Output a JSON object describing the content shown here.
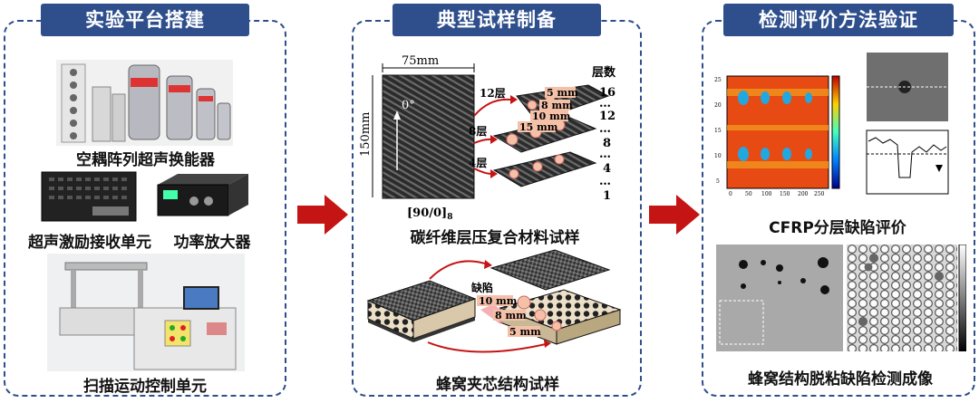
{
  "sections": {
    "platform": {
      "title": "实验平台搭建",
      "labels": {
        "transducer": "空耦阵列超声换能器",
        "pulser": "超声激励接收单元",
        "amplifier": "功率放大器",
        "scanner": "扫描运动控制单元"
      }
    },
    "specimen": {
      "title": "典型试样制备",
      "cfrp": {
        "caption": "碳纤维层压复合材料试样",
        "width": "75mm",
        "height": "150mm",
        "angle": "0°",
        "layup": "[90/0]",
        "layup_sub": "8",
        "ply_labels": [
          "12层",
          "8层",
          "4层"
        ],
        "defect_sizes": [
          "5 mm",
          "8 mm",
          "10 mm",
          "15 mm"
        ],
        "layer_header": "层数",
        "layer_numbers": [
          "16",
          "12",
          "8",
          "4",
          "1"
        ],
        "dots": "…"
      },
      "honeycomb": {
        "caption": "蜂窝夹芯结构试样",
        "defect_label": "缺陷",
        "sizes": [
          "10 mm",
          "8 mm",
          "5 mm"
        ]
      }
    },
    "evaluation": {
      "title": "检测评价方法验证",
      "cfrp_caption": "CFRP分层缺陷评价",
      "honeycomb_caption": "蜂窝结构脱粘缺陷检测成像"
    }
  },
  "colors": {
    "header_bg": "#2e4f8c",
    "border": "#2f4f8a",
    "arrow": "#c51414"
  }
}
